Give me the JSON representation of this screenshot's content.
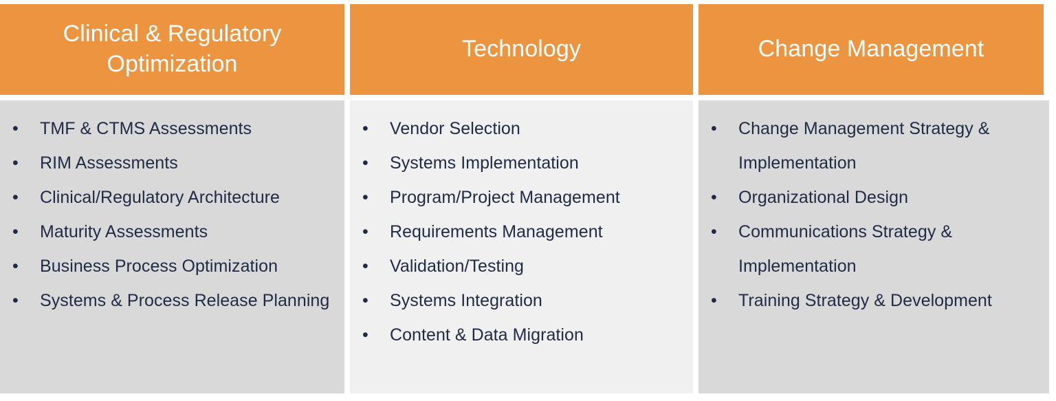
{
  "slide": {
    "type": "three-column-capability-table",
    "bullet_glyph": "•",
    "colors": {
      "header_background": "#ED9440",
      "header_text": "#FFFFFF",
      "body_text": "#1F2A44",
      "column_shade_dark": "#D9D9D9",
      "column_shade_light": "#F0F0F0",
      "divider": "#FFFFFF"
    }
  },
  "columns": [
    {
      "id": "clinical-regulatory-optimization",
      "title": "Clinical & Regulatory\nOptimization",
      "shade": "dark",
      "items": [
        "TMF & CTMS Assessments",
        "RIM Assessments",
        "Clinical/Regulatory Architecture",
        "Maturity Assessments",
        "Business Process Optimization",
        "Systems & Process Release Planning"
      ]
    },
    {
      "id": "technology",
      "title": "Technology",
      "shade": "light",
      "items": [
        "Vendor Selection",
        "Systems Implementation",
        "Program/Project Management",
        "Requirements Management",
        "Validation/Testing",
        "Systems Integration",
        "Content & Data Migration"
      ]
    },
    {
      "id": "change-management",
      "title": "Change Management",
      "shade": "dark",
      "items": [
        "Change Management Strategy & Implementation",
        "Organizational Design",
        "Communications Strategy & Implementation",
        "Training Strategy & Development"
      ]
    }
  ]
}
